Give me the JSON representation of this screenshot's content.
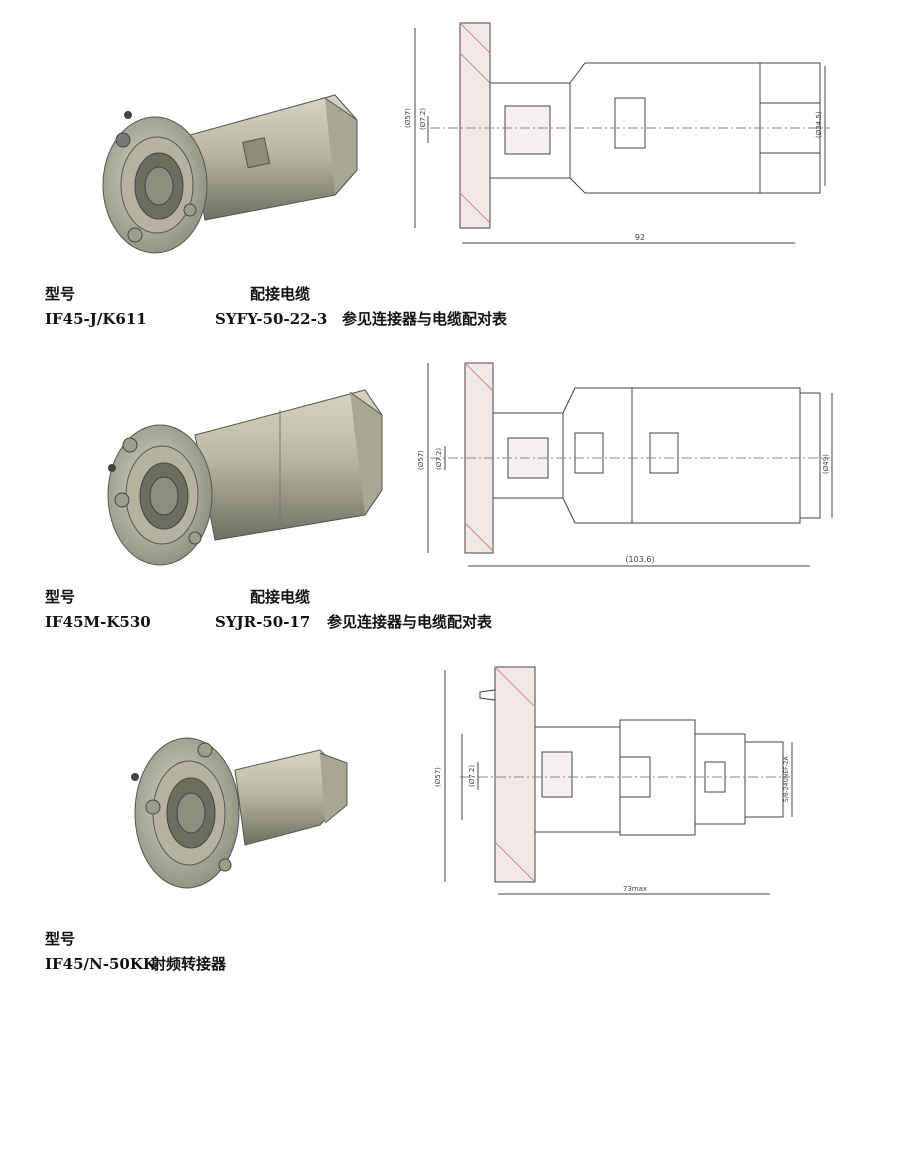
{
  "products": [
    {
      "model_heading": "型号",
      "cable_heading": "配接电缆",
      "model": "IF45-J/K611",
      "cable": "SYFY-50-22-3",
      "note": "参见连接器与电缆配对表",
      "dims": {
        "length": "92",
        "outer_dia": "(Ø34.5)",
        "left_dia": "(Ø57)",
        "inner_dia": "(Ø7.2)"
      }
    },
    {
      "model_heading": "型号",
      "cable_heading": "配接电缆",
      "model": "IF45M-K530",
      "cable": "SYJR-50-17",
      "note": "参见连接器与电缆配对表",
      "dims": {
        "length": "(103.6)",
        "outer_dia": "(Ø49)",
        "left_dia": "(Ø57)",
        "inner_dia": "(Ø7.2)"
      }
    },
    {
      "model_heading": "型号",
      "model": "IF45/N-50KK",
      "note": "射频转接器",
      "dims": {
        "length": "73max",
        "outer_dia": "5/8-24UNEF-2A",
        "left_dia": "(Ø57)",
        "inner_dia": "(Ø7.2)"
      }
    }
  ]
}
